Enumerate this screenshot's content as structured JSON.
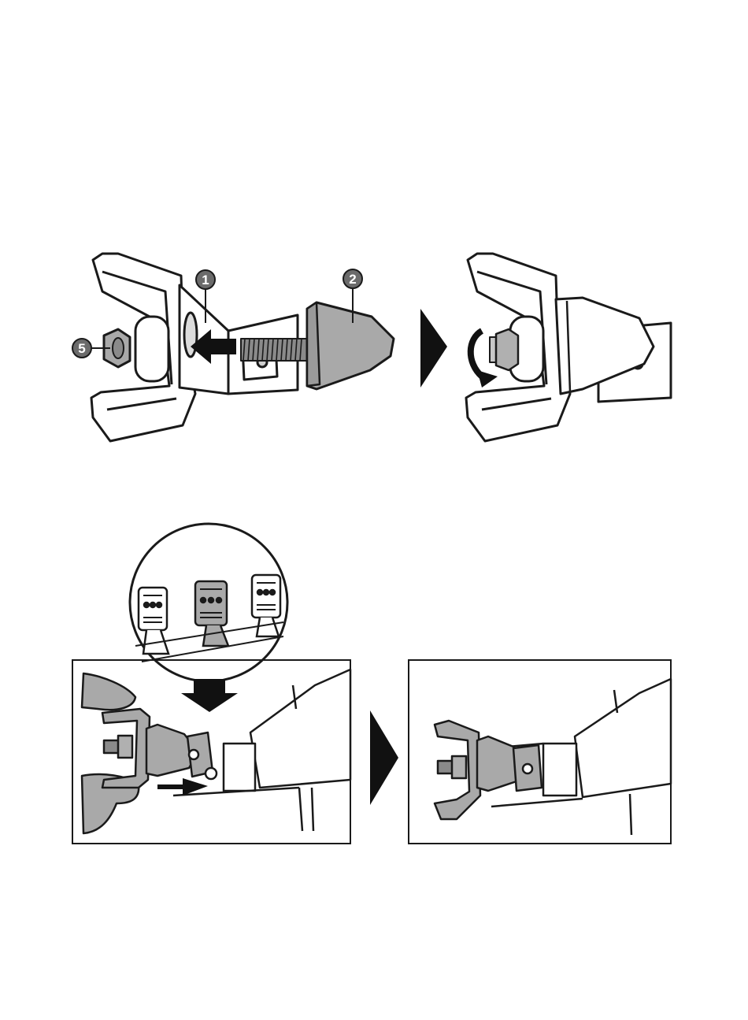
{
  "callouts": [
    {
      "label": "1",
      "part": "bracket"
    },
    {
      "label": "2",
      "part": "cone"
    },
    {
      "label": "5",
      "part": "nut"
    }
  ],
  "colors": {
    "ink": "#1a1a1a",
    "part_gray": "#a9a9a9",
    "badge_gray": "#6b6b6b",
    "paper": "#ffffff"
  },
  "icons": {
    "push_arrow": "left-arrow-icon",
    "rotate_arrow": "rotate-arrow-icon",
    "step_separator": "play-triangle-icon",
    "press_down": "down-arrow-icon"
  }
}
